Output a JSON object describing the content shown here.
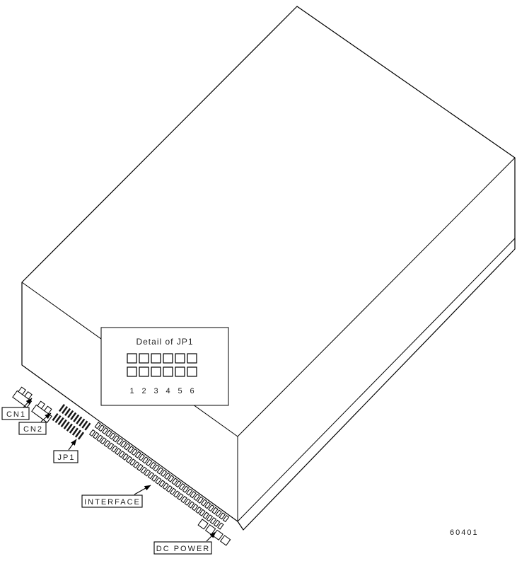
{
  "diagram": {
    "part_number": "60401",
    "labels": {
      "cn1": "CN1",
      "cn2": "CN2",
      "jp1": "JP1",
      "interface": "INTERFACE",
      "dc_power": "DC POWER"
    },
    "detail": {
      "title": "Detail of JP1",
      "pin_numbers": [
        "1",
        "2",
        "3",
        "4",
        "5",
        "6"
      ]
    }
  }
}
